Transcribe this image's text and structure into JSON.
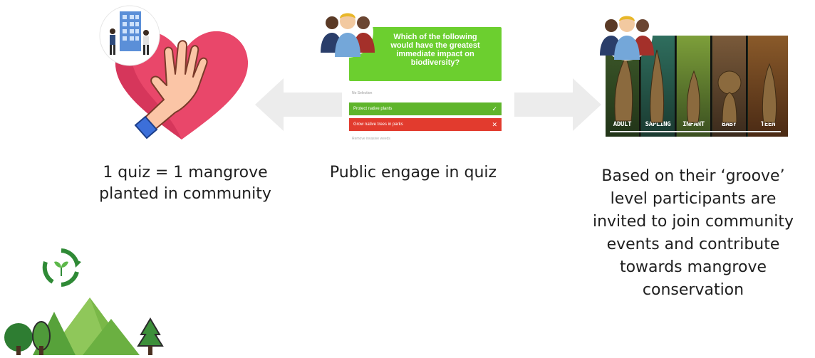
{
  "captions": {
    "left": "1 quiz = 1 mangrove\nplanted in community",
    "middle": "Public engage in quiz",
    "right": "Based on their ‘groove’\nlevel participants are\ninvited to join community\nevents and contribute\ntowards mangrove\nconservation"
  },
  "quiz": {
    "question": "Which of the following would have the greatest immediate impact on biodiversity?",
    "intro": "No Selection",
    "options": [
      {
        "label": "Protect native plants",
        "state": "correct",
        "mark": "✓"
      },
      {
        "label": "Grow native trees in parks",
        "state": "wrong",
        "mark": "✕"
      },
      {
        "label": "Remove invasive weeds",
        "state": "neutral",
        "mark": ""
      }
    ],
    "colors": {
      "header": "#6ccf2f",
      "correct": "#5fb52b",
      "wrong": "#e23b2e"
    }
  },
  "groove_levels": [
    "ADULT",
    "SAPLING",
    "INFANT",
    "BABY",
    "TEEN"
  ],
  "icons": {
    "heart": "heart-hand-icon",
    "people": "people-group-icon",
    "building": "office-people-icon",
    "recycle": "recycle-plant-icon",
    "forest": "forest-icon"
  }
}
